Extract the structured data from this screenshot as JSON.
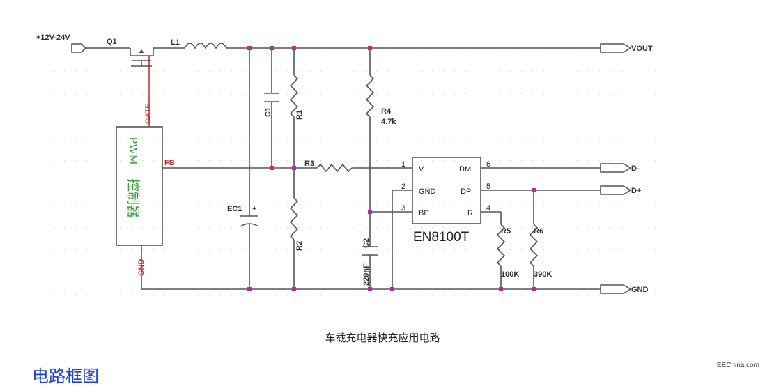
{
  "schematic": {
    "input_label": "+12V-24V",
    "q1_label": "Q1",
    "l1_label": "L1",
    "c1_label": "C1",
    "r1_label": "R1",
    "r2_label": "R2",
    "r3_label": "R3",
    "r4_label": "R4",
    "r4_value": "4.7k",
    "ec1_label": "EC1",
    "ec1_polarity": "+",
    "c2_label": "C2",
    "c2_value": "220nF",
    "r5_label": "R5",
    "r5_value": "100K",
    "r6_label": "R6",
    "r6_value": "390K",
    "gate_label": "GATE",
    "fb_label": "FB",
    "gnd_pin_label": "GND",
    "pwm_text": "PWM",
    "controller_text": "控制器",
    "ic": {
      "name": "EN8100T",
      "pins": [
        {
          "num": "1",
          "name": "V"
        },
        {
          "num": "2",
          "name": "GND"
        },
        {
          "num": "3",
          "name": "BP"
        },
        {
          "num": "6",
          "name": "DM"
        },
        {
          "num": "5",
          "name": "DP"
        },
        {
          "num": "4",
          "name": "R"
        }
      ]
    },
    "ports": {
      "vout": "VOUT",
      "dminus": "D-",
      "dplus": "D+",
      "gnd": "GND"
    }
  },
  "caption": "车载充电器快充应用电路",
  "brand": "EEChina.com",
  "section_heading": "电路框图"
}
